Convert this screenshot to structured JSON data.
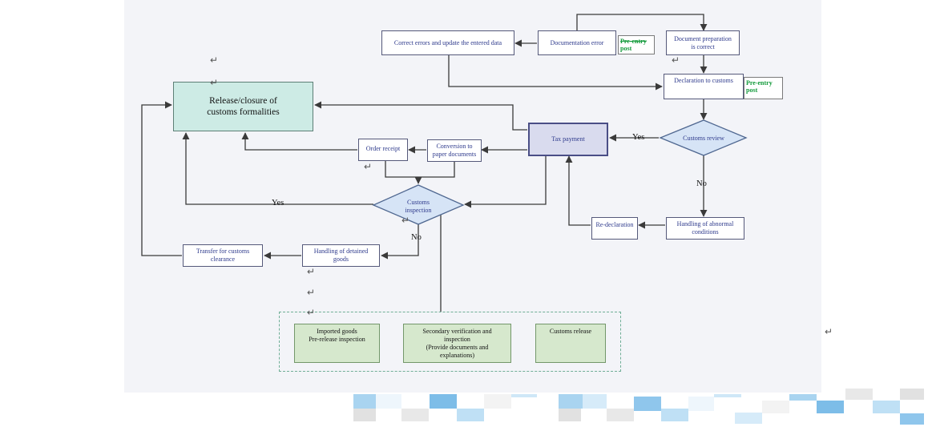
{
  "nodes": {
    "correct_errors": "Correct errors and update the entered data",
    "documentation_error": "Documentation error",
    "document_prep_correct": "Document preparation\nis correct",
    "declaration": "Declaration to customs",
    "customs_review": "Customs review",
    "tax_payment": "Tax payment",
    "release": "Release/closure of\ncustoms formalities",
    "conversion": "Conversion to\npaper documents",
    "order_receipt": "Order receipt",
    "customs_inspection": "Customs\ninspection",
    "handling_abnormal": "Handling of abnormal\nconditions",
    "re_declaration": "Re-declaration",
    "handling_detained": "Handling of detained\ngoods",
    "transfer_clearance": "Transfer for customs\nclearance",
    "imported_goods": "Imported goods\nPre-release inspection",
    "secondary_verification": "Secondary verification and\ninspection\n(Provide documents and\nexplanations)",
    "customs_release": "Customs release"
  },
  "notes": {
    "pre_entry_1_a": "Pre-entry",
    "pre_entry_1_b": "post",
    "pre_entry_2_a": "Pre-entry",
    "pre_entry_2_b": "post"
  },
  "labels": {
    "yes_tax": "Yes",
    "no_review": "No",
    "yes_inspection": "Yes",
    "no_inspection": "No"
  },
  "paragraph_mark": "↵",
  "colors": {
    "release_fill": "#cdebe5",
    "tax_fill": "#d9dbee",
    "decision_fill": "#d6e4f6",
    "process_fill": "#d6e8cd",
    "note_text": "#129a3a",
    "node_text": "#2e3a8c",
    "arrow": "#3a3a3a"
  }
}
